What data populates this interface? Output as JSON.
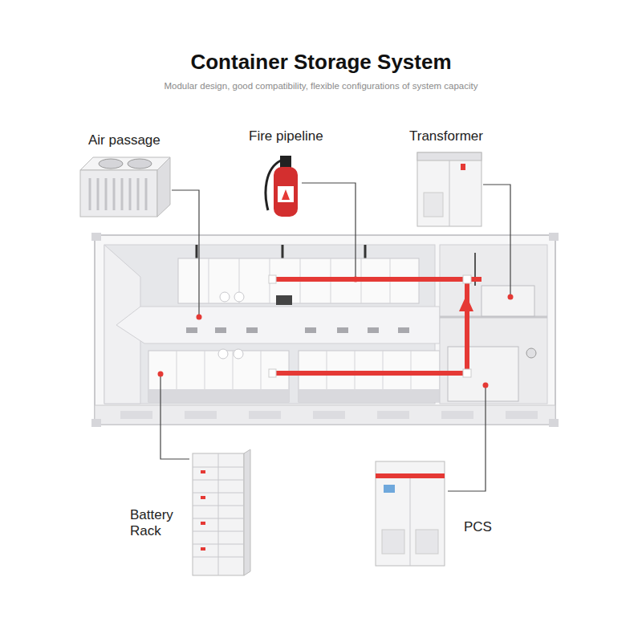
{
  "diagram": {
    "title": "Container Storage System",
    "caption": "Modular design, good compatibility, flexible configurations of system capacity",
    "nodes": [
      {
        "text": [
          "Air passage"
        ]
      },
      {
        "text": [
          "Fire pipeline"
        ]
      },
      {
        "text": [
          "Transformer"
        ]
      },
      {
        "text": [
          "Battery Rack"
        ]
      },
      {
        "text": [
          "PCS"
        ]
      }
    ]
  }
}
